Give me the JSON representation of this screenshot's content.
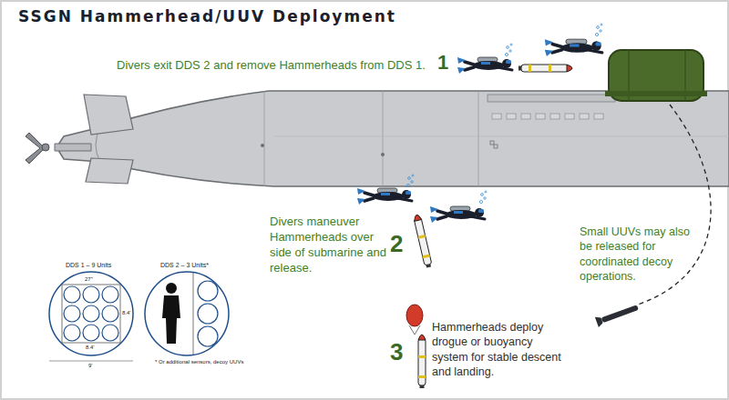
{
  "diagram": {
    "title": "SSGN Hammerhead/UUV Deployment",
    "labels": [
      "Divers exit DDS 2 and remove Hammerheads from DDS 1.",
      "1",
      "Divers maneuver Hammerheads over side of submarine and release.",
      "2",
      "Small UUVs may also be released for coordinated decoy operations.",
      "3",
      "Hammerheads deploy drogue or buoyancy system for stable descent and landing.",
      "DDS 1 – 9 Units",
      "27\"",
      "8.4'",
      "8.4'",
      "9'",
      "DDS 2 – 3 Units*",
      "* Or additional sensors, decoy UUVs"
    ]
  }
}
